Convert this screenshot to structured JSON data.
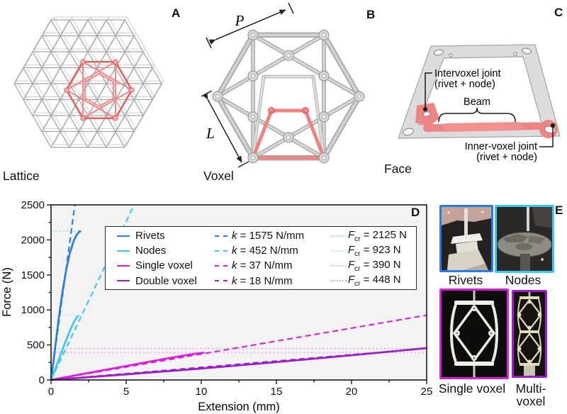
{
  "figure": {
    "panels": {
      "a": {
        "letter": "A",
        "caption": "Lattice"
      },
      "b": {
        "letter": "B",
        "caption": "Voxel",
        "dim_pitch": "P",
        "dim_length": "L"
      },
      "c": {
        "letter": "C",
        "caption": "Face",
        "annotations": {
          "intervoxel_line1": "Intervoxel joint",
          "intervoxel_line2": "(rivet + node)",
          "beam": "Beam",
          "inner_line1": "Inner-voxel joint",
          "inner_line2": "(rivet + node)"
        }
      },
      "d": {
        "letter": "D"
      },
      "e": {
        "letter": "E",
        "photos": [
          {
            "label": "Rivets",
            "border_color": "#2b7ce0"
          },
          {
            "label": "Nodes",
            "border_color": "#3cc6f4"
          },
          {
            "label": "Single voxel",
            "border_color": "#db1edb"
          },
          {
            "label": "Multi-voxel",
            "border_color": "#9b1ec9"
          }
        ]
      }
    },
    "highlight_color": "#ee8383",
    "structure_color": "#b3b3b3"
  },
  "chart_data": {
    "type": "line",
    "xlabel": "Extension (mm)",
    "ylabel": "Force (N)",
    "xlim": [
      0,
      25
    ],
    "ylim": [
      0,
      2500
    ],
    "xticks": [
      0,
      5,
      10,
      15,
      20,
      25
    ],
    "yticks": [
      0,
      500,
      1000,
      1500,
      2000,
      2500
    ],
    "grid": false,
    "legend_position": "upper center",
    "k_values_N_per_mm": [
      1575,
      452,
      37,
      18
    ],
    "fcr_values_N": [
      2125,
      923,
      390,
      448
    ],
    "series": [
      {
        "name": "Rivets",
        "style": "solid",
        "color": "#2b7ce0",
        "points": [
          [
            0,
            0
          ],
          [
            0.25,
            420
          ],
          [
            0.5,
            860
          ],
          [
            0.75,
            1240
          ],
          [
            1.0,
            1560
          ],
          [
            1.25,
            1810
          ],
          [
            1.5,
            1980
          ],
          [
            1.7,
            2070
          ],
          [
            1.9,
            2120
          ],
          [
            2.0,
            2125
          ]
        ]
      },
      {
        "name": "Nodes",
        "style": "solid",
        "color": "#3cc6f4",
        "points": [
          [
            0,
            0
          ],
          [
            0.4,
            225
          ],
          [
            0.8,
            455
          ],
          [
            1.2,
            675
          ],
          [
            1.5,
            820
          ],
          [
            1.7,
            890
          ],
          [
            1.85,
            923
          ]
        ]
      },
      {
        "name": "Single voxel",
        "style": "solid",
        "color": "#db1edb",
        "points": [
          [
            0,
            0
          ],
          [
            2,
            82
          ],
          [
            4,
            160
          ],
          [
            6,
            240
          ],
          [
            8,
            318
          ],
          [
            9.5,
            372
          ],
          [
            10.2,
            392
          ]
        ]
      },
      {
        "name": "Double voxel",
        "style": "solid",
        "color": "#9b1ec9",
        "points": [
          [
            0,
            0
          ],
          [
            5,
            80
          ],
          [
            10,
            163
          ],
          [
            15,
            255
          ],
          [
            20,
            352
          ],
          [
            25,
            455
          ]
        ]
      },
      {
        "name": "k = 1575 N/mm",
        "style": "dashed",
        "color": "#2b7ce0",
        "points": [
          [
            0,
            0
          ],
          [
            1.587,
            2500
          ]
        ]
      },
      {
        "name": "k = 452 N/mm",
        "style": "dashed",
        "color": "#3cc6f4",
        "points": [
          [
            0,
            0
          ],
          [
            5.53,
            2500
          ]
        ]
      },
      {
        "name": "k = 37 N/mm",
        "style": "dashed",
        "color": "#db1edb",
        "points": [
          [
            0,
            0
          ],
          [
            25,
            925
          ]
        ]
      },
      {
        "name": "k = 18 N/mm",
        "style": "dashed",
        "color": "#9b1ec9",
        "points": [
          [
            0,
            0
          ],
          [
            25,
            450
          ]
        ]
      },
      {
        "name": "Fcr = 2125 N",
        "style": "dotted",
        "color": "#aadcf8",
        "points": [
          [
            0,
            2125
          ],
          [
            2.05,
            2125
          ]
        ]
      },
      {
        "name": "Fcr = 923 N",
        "style": "dotted",
        "color": "#b4ecfb",
        "points": [
          [
            0,
            923
          ],
          [
            2.1,
            923
          ]
        ]
      },
      {
        "name": "Fcr = 390 N",
        "style": "dotted",
        "color": "#f5abf5",
        "points": [
          [
            0,
            390
          ],
          [
            25,
            390
          ]
        ]
      },
      {
        "name": "Fcr = 448 N",
        "style": "dotted",
        "color": "#d4a9ec",
        "points": [
          [
            0,
            448
          ],
          [
            25,
            448
          ]
        ]
      }
    ],
    "legend": {
      "rows": [
        {
          "name": "Rivets",
          "color": "#2b7ce0",
          "light_color": "#aadcf8",
          "k_symbol": "k",
          "k_eq": " = 1575 N/mm",
          "f_symbol": "F",
          "f_sub": "cr",
          "f_eq": " = 2125 N"
        },
        {
          "name": "Nodes",
          "color": "#3cc6f4",
          "light_color": "#b4ecfb",
          "k_symbol": "k",
          "k_eq": " = 452 N/mm",
          "f_symbol": "F",
          "f_sub": "cr",
          "f_eq": " = 923 N"
        },
        {
          "name": "Single voxel",
          "color": "#db1edb",
          "light_color": "#f5abf5",
          "k_symbol": "k",
          "k_eq": " = 37 N/mm",
          "f_symbol": "F",
          "f_sub": "cr",
          "f_eq": " = 390 N"
        },
        {
          "name": "Double voxel",
          "color": "#9b1ec9",
          "light_color": "#d4a9ec",
          "k_symbol": "k",
          "k_eq": " = 18 N/mm",
          "f_symbol": "F",
          "f_sub": "cr",
          "f_eq": " = 448 N"
        }
      ]
    }
  }
}
